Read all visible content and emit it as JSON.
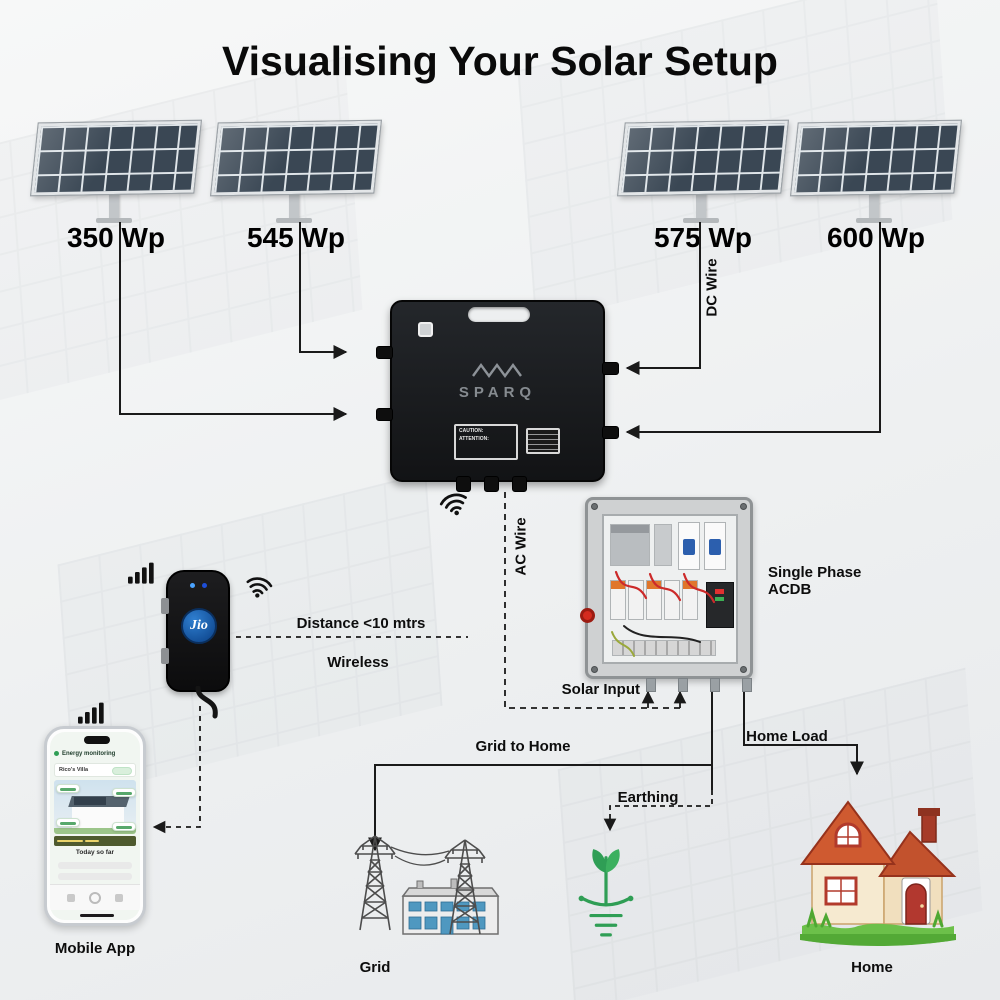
{
  "title": "Visualising Your Solar Setup",
  "panels": [
    {
      "wattage": "350 Wp"
    },
    {
      "wattage": "545 Wp"
    },
    {
      "wattage": "575 Wp"
    },
    {
      "wattage": "600 Wp"
    }
  ],
  "inverter": {
    "brand": "SPARQ",
    "caution_label": "CAUTION:",
    "attention_label": "ATTENTION:"
  },
  "jio_device": {
    "logo": "Jio"
  },
  "phone": {
    "header": "Energy monitoring",
    "site": "Rico's Villa",
    "today": "Today so far"
  },
  "labels": {
    "dc_wire": "DC Wire",
    "ac_wire": "AC Wire",
    "distance": "Distance <10 mtrs",
    "wireless": "Wireless",
    "acdb": "Single Phase\nACDB",
    "solar_input": "Solar Input",
    "grid_to_home": "Grid to Home",
    "earthing": "Earthing",
    "home_load": "Home Load",
    "mobile_app": "Mobile App",
    "grid": "Grid",
    "home": "Home"
  },
  "colors": {
    "line": "#1a1a1a",
    "accent_green": "#2f9e55",
    "roof_orange": "#cf5a30",
    "jio_blue": "#1261a8",
    "panel_cell": "#3a4754"
  }
}
